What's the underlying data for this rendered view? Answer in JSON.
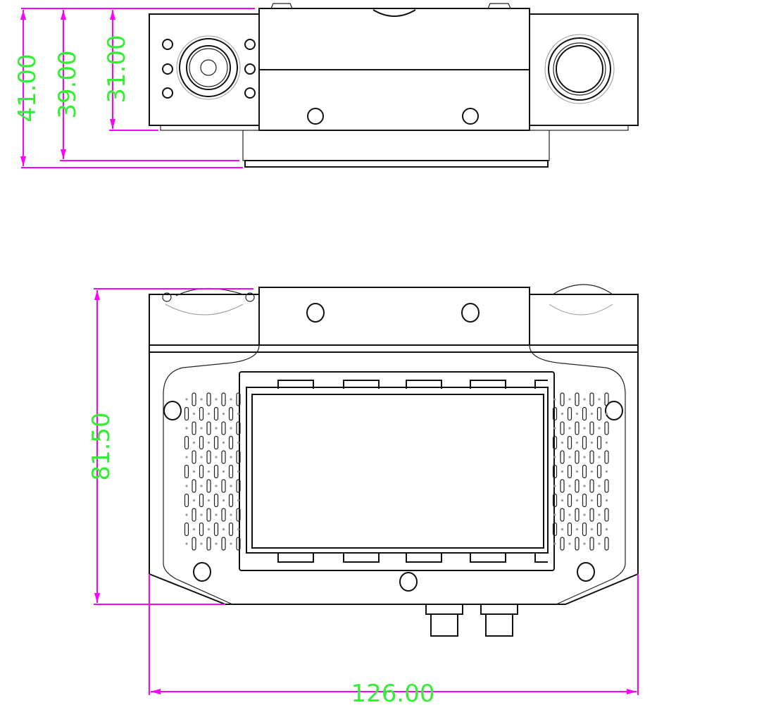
{
  "dimensions": {
    "top_height_overall": "41.00",
    "top_height_mid": "39.00",
    "top_height_body": "31.00",
    "front_height": "81.50",
    "front_width": "126.00"
  },
  "colors": {
    "dimension_line": "#ff00ff",
    "dimension_text": "#33ee33",
    "outline": "#111111"
  }
}
